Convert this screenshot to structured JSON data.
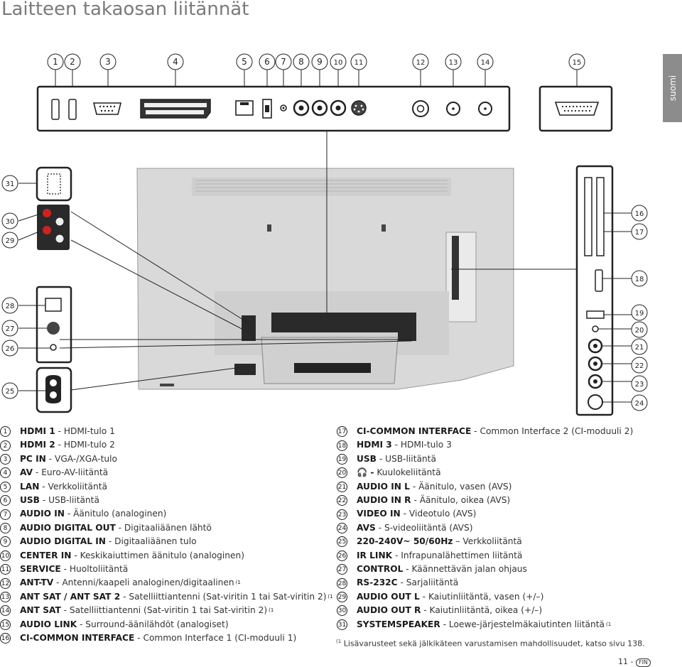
{
  "title": "Laitteen takaosan liitännät",
  "language_tab": "suomi",
  "legend_left": [
    {
      "n": "1",
      "name": "HDMI 1",
      "desc": " - HDMI-tulo 1",
      "note": ""
    },
    {
      "n": "2",
      "name": "HDMI 2",
      "desc": " - HDMI-tulo 2",
      "note": ""
    },
    {
      "n": "3",
      "name": "PC IN",
      "desc": " - VGA-/XGA-tulo",
      "note": ""
    },
    {
      "n": "4",
      "name": "AV",
      "desc": " - Euro-AV-liitäntä",
      "note": ""
    },
    {
      "n": "5",
      "name": "LAN",
      "desc": " - Verkkoliitäntä",
      "note": ""
    },
    {
      "n": "6",
      "name": "USB",
      "desc": " - USB-liitäntä",
      "note": ""
    },
    {
      "n": "7",
      "name": "AUDIO IN",
      "desc": " - Äänitulo (analoginen)",
      "note": ""
    },
    {
      "n": "8",
      "name": "AUDIO DIGITAL OUT",
      "desc": " - Digitaaliäänen lähtö",
      "note": ""
    },
    {
      "n": "9",
      "name": "AUDIO DIGITAL IN",
      "desc": " - Digitaaliäänen tulo",
      "note": ""
    },
    {
      "n": "10",
      "name": "CENTER IN",
      "desc": " - Keskikaiuttimen äänitulo (analoginen)",
      "note": ""
    },
    {
      "n": "11",
      "name": "SERVICE",
      "desc": " - Huoltoliitäntä",
      "note": ""
    },
    {
      "n": "12",
      "name": "ANT-TV",
      "desc": " - Antenni/kaapeli analoginen/digitaalinen",
      "note": "(1"
    },
    {
      "n": "13",
      "name": "ANT SAT / ANT SAT 2",
      "desc": " - Satelliittiantenni (Sat-viritin 1 tai Sat-viritin 2)",
      "note": "(1"
    },
    {
      "n": "14",
      "name": "ANT SAT",
      "desc": " - Satelliittiantenni (Sat-viritin 1 tai Sat-viritin 2)",
      "note": "(1"
    },
    {
      "n": "15",
      "name": "AUDIO LINK",
      "desc": " - Surround-äänilähdöt (analogiset)",
      "note": ""
    },
    {
      "n": "16",
      "name": "CI-COMMON INTERFACE",
      "desc": " - Common Interface 1 (CI-moduuli 1)",
      "note": ""
    }
  ],
  "legend_right": [
    {
      "n": "17",
      "name": "CI-COMMON INTERFACE",
      "desc": " - Common Interface 2 (CI-moduuli 2)",
      "note": ""
    },
    {
      "n": "18",
      "name": "HDMI 3",
      "desc": " - HDMI-tulo 3",
      "note": ""
    },
    {
      "n": "19",
      "name": "USB",
      "desc": " - USB-liitäntä",
      "note": ""
    },
    {
      "n": "20",
      "name": "🎧 -",
      "desc": " Kuulokeliitäntä",
      "note": ""
    },
    {
      "n": "21",
      "name": "AUDIO IN L",
      "desc": " - Äänitulo, vasen (AVS)",
      "note": ""
    },
    {
      "n": "22",
      "name": "AUDIO IN R",
      "desc": " - Äänitulo, oikea (AVS)",
      "note": ""
    },
    {
      "n": "23",
      "name": "VIDEO IN",
      "desc": " - Videotulo (AVS)",
      "note": ""
    },
    {
      "n": "24",
      "name": "AVS",
      "desc": " - S-videoliitäntä (AVS)",
      "note": ""
    },
    {
      "n": "25",
      "name": "220-240V~ 50/60Hz",
      "desc": " – Verkkoliitäntä",
      "note": ""
    },
    {
      "n": "26",
      "name": "IR LINK",
      "desc": " - Infrapunalähettimen liitäntä",
      "note": ""
    },
    {
      "n": "27",
      "name": "CONTROL",
      "desc": " - Käännettävän jalan ohjaus",
      "note": ""
    },
    {
      "n": "28",
      "name": "RS-232C",
      "desc": " - Sarjaliitäntä",
      "note": ""
    },
    {
      "n": "29",
      "name": "AUDIO OUT L",
      "desc": " - Kaiutinliitäntä, vasen (+/–)",
      "note": ""
    },
    {
      "n": "30",
      "name": "AUDIO OUT R",
      "desc": " - Kaiutinliitäntä, oikea (+/–)",
      "note": ""
    },
    {
      "n": "31",
      "name": "SYSTEMSPEAKER",
      "desc": " - Loewe-järjestelmäkaiutinten liitäntä",
      "note": "(1"
    }
  ],
  "top_callouts": [
    "1",
    "2",
    "3",
    "4",
    "5",
    "6",
    "7",
    "8",
    "9",
    "10",
    "11",
    "12",
    "13",
    "14",
    "15"
  ],
  "right_callouts": [
    "16",
    "17",
    "18",
    "19",
    "20",
    "21",
    "22",
    "23",
    "24"
  ],
  "left_callouts": [
    "31",
    "30",
    "29",
    "28",
    "27",
    "26",
    "25"
  ],
  "footnote_mark": "(1",
  "footnote": "Lisävarusteet sekä jälkikäteen varustamisen mahdollisuudet, katso sivu 138.",
  "page_number": "11 -",
  "page_lang": "FIN",
  "colors": {
    "title": "#7a7a7a",
    "tab": "#8c8c8c",
    "tv_back": "#d9d9d9",
    "panel_dark": "#2a2a2a",
    "connector_red": "#cc2222"
  }
}
